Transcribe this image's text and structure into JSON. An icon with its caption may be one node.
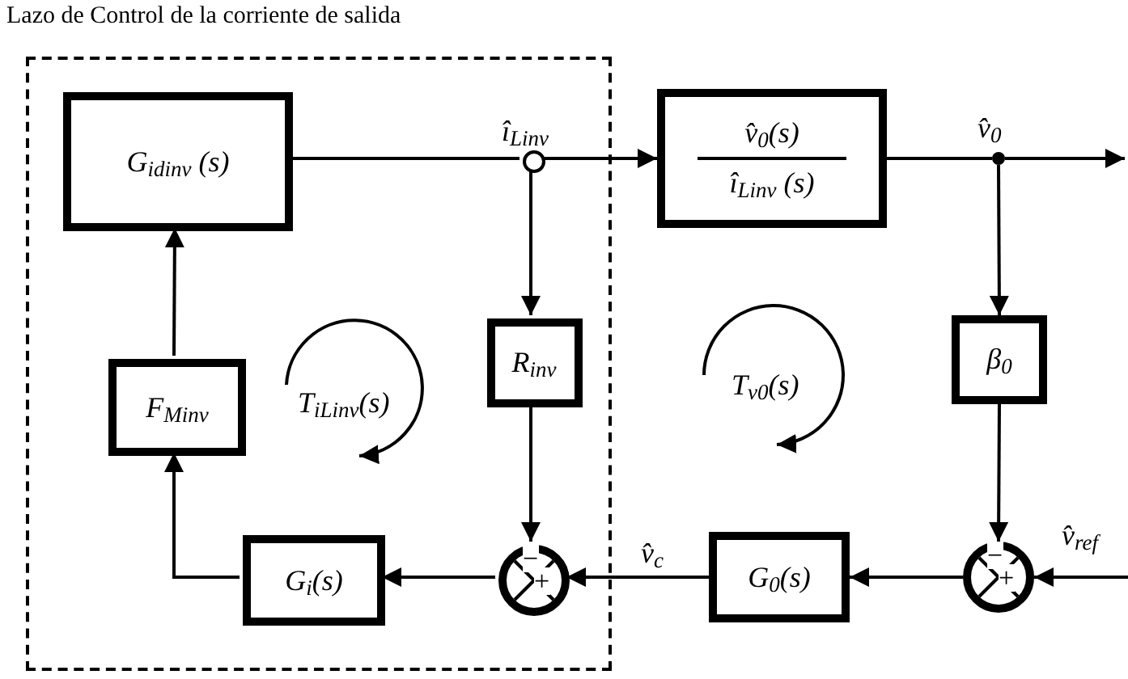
{
  "diagram": {
    "title": "Lazo de Control de la corriente de salida",
    "nodes": [
      {
        "text": [],
        "shape": "box"
      },
      {
        "text": [
          "G$_{id}$$_{inv}$ (s)"
        ],
        "in": 0
      },
      {
        "text": [],
        "shape": "circle",
        "in": 0
      },
      {
        "text": [
          "v̂$_{0}$(s)",
          "î$_{L}$$_{inv}$ (s)"
        ]
      },
      {
        "text": [],
        "shape": "circle"
      },
      {
        "text": [
          "R$_{inv}$"
        ],
        "in": 0
      },
      {
        "text": [
          "β$_{0}$"
        ]
      },
      {
        "text": [
          "F$_{M}$$_{inv}$"
        ],
        "in": 0
      },
      {
        "text": [
          "−",
          "+"
        ],
        "in": 0
      },
      {
        "text": [
          "G$_{i}$(s)"
        ],
        "in": 0
      },
      {
        "text": [
          "G$_{0}$(s)"
        ]
      },
      {
        "text": [
          "−",
          "+"
        ]
      }
    ],
    "edges": [
      {
        "from": 1,
        "to": 2,
        "arrow": "none"
      },
      {
        "from": 2,
        "to": 3,
        "arrow": "to"
      },
      {
        "from": 2,
        "to": 5,
        "arrow": "to"
      },
      {
        "from": 3,
        "to": 4,
        "arrow": "none"
      },
      {
        "from": 4,
        "to": null,
        "arrow": "to"
      },
      {
        "from": 4,
        "to": 6,
        "arrow": "to"
      },
      {
        "from": 6,
        "to": 11,
        "arrow": "to"
      },
      {
        "from": null,
        "to": 11,
        "arrow": "to"
      },
      {
        "from": 11,
        "to": 10,
        "arrow": "to"
      },
      {
        "from": 10,
        "to": 8,
        "arrow": "to"
      },
      {
        "from": 5,
        "to": 8,
        "arrow": "to"
      },
      {
        "from": 8,
        "to": 9,
        "arrow": "to"
      },
      {
        "from": 9,
        "to": 7,
        "arrow": "to"
      },
      {
        "from": 7,
        "to": 1,
        "arrow": "to"
      }
    ],
    "labels": [
      "î$_{L}$$_{inv}$",
      "v̂$_{0}$",
      "T$_{i}$$_{L}$$_{inv}$(s)",
      "T$_{v}$$_{0}$(s)",
      "v̂$_{ref}$",
      "v̂$_{c}$"
    ]
  }
}
